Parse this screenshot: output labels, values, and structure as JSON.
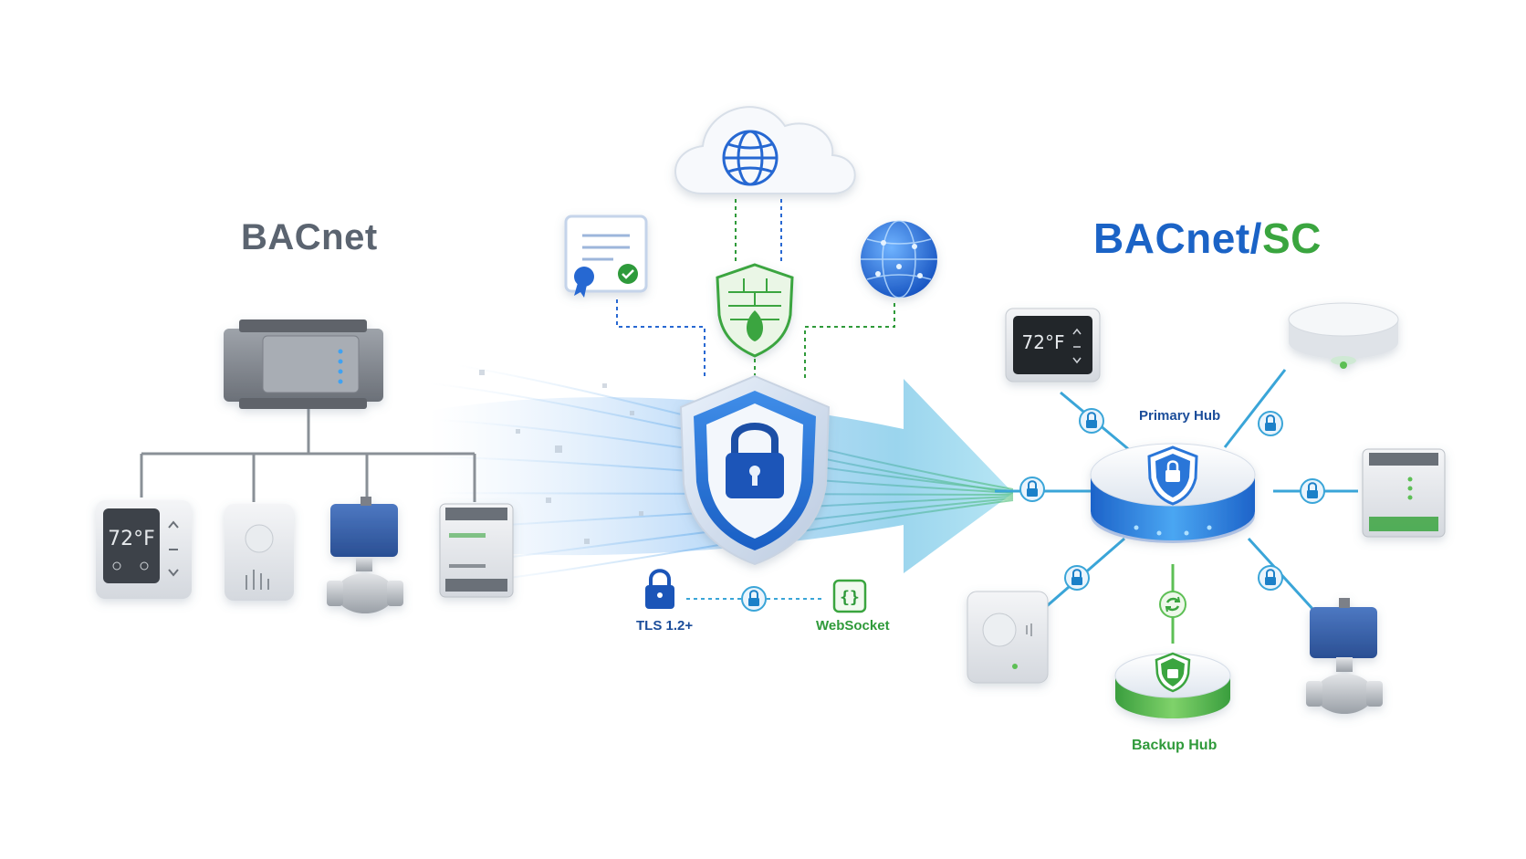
{
  "titles": {
    "legacy": "BACnet",
    "secure_part1": "BACnet/",
    "secure_part2": "SC"
  },
  "labels": {
    "primary_hub": "Primary Hub",
    "backup_hub": "Backup Hub",
    "tls": "TLS 1.2+",
    "websocket": "WebSocket",
    "thermostat_left": "72°F",
    "thermostat_right": "72°F",
    "websocket_glyph": "{}"
  },
  "icons": {
    "cloud": "cloud-globe-icon",
    "certificate": "certificate-icon",
    "firewall": "firewall-shield-icon",
    "globe": "globe-network-icon",
    "central_shield": "shield-lock-icon",
    "lock": "lock-icon",
    "sync": "sync-icon"
  },
  "colors": {
    "legacy_gray": "#5b6470",
    "secure_blue": "#1b63c6",
    "secure_green": "#3aa53f",
    "line_gray": "#8a9097"
  }
}
